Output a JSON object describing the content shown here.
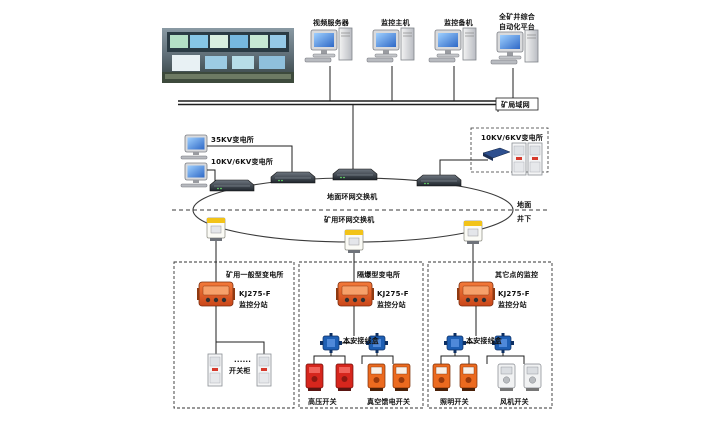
{
  "top_labels": {
    "video_server": "视频服务器",
    "monitor_main": "监控主机",
    "monitor_backup": "监控备机",
    "platform_line1": "全矿井综合",
    "platform_line2": "自动化平台",
    "mine_lan": "矿局域网"
  },
  "substation_labels": {
    "sub_35kv": "35KV变电所",
    "sub_10kv": "10KV/6KV变电所",
    "sub_10kv_right": "10KV/6KV变电所"
  },
  "ring_labels": {
    "surface_ring_switch": "地面环网交换机",
    "surface": "地面",
    "underground": "井下",
    "mine_ring_switch": "矿用环网交换机"
  },
  "zones": [
    {
      "title": "矿用一般型变电所",
      "station_line1": "KJ275-F",
      "station_line2": "监控分站",
      "bottom_label": "开关柜",
      "dots": "......"
    },
    {
      "title": "隔爆型变电所",
      "station_line1": "KJ275-F",
      "station_line2": "监控分站",
      "junction": "本安接线盒",
      "bottom_left": "高压开关",
      "bottom_right": "真空馈电开关"
    },
    {
      "title": "其它点的监控",
      "station_line1": "KJ275-F",
      "station_line2": "监控分站",
      "junction": "本安接线盒",
      "bottom_left": "照明开关",
      "bottom_right": "风机开关"
    }
  ],
  "colors": {
    "cable": "#1f1f1f",
    "ring": "#3a3a3a",
    "station_orange": "#ea5a1c",
    "switch_yellow": "#f2c318",
    "junction_blue": "#1e5fb4",
    "hv_red": "#d6261d",
    "vacuum_orange": "#ec6a1f",
    "monitor_blue": "#2d6fcf"
  },
  "icons": [
    "photo-control-room",
    "computer-icon",
    "ring-switch-icon",
    "mine-switch-icon",
    "monitor-station-icon",
    "junction-box-icon",
    "cabinet-icon",
    "hv-switch-icon",
    "vacuum-switch-icon",
    "light-switch-icon",
    "fan-switch-icon",
    "laptop-icon"
  ]
}
